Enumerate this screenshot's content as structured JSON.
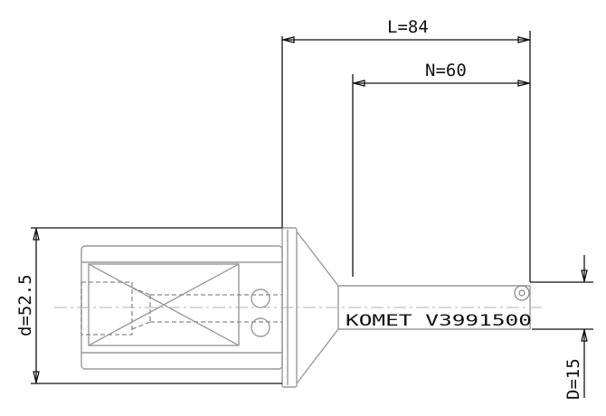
{
  "dimensions": {
    "L": "L=84",
    "N": "N=60",
    "d": "d=52.5",
    "D": "D=15"
  },
  "engraving": "KOMET  V3991500"
}
